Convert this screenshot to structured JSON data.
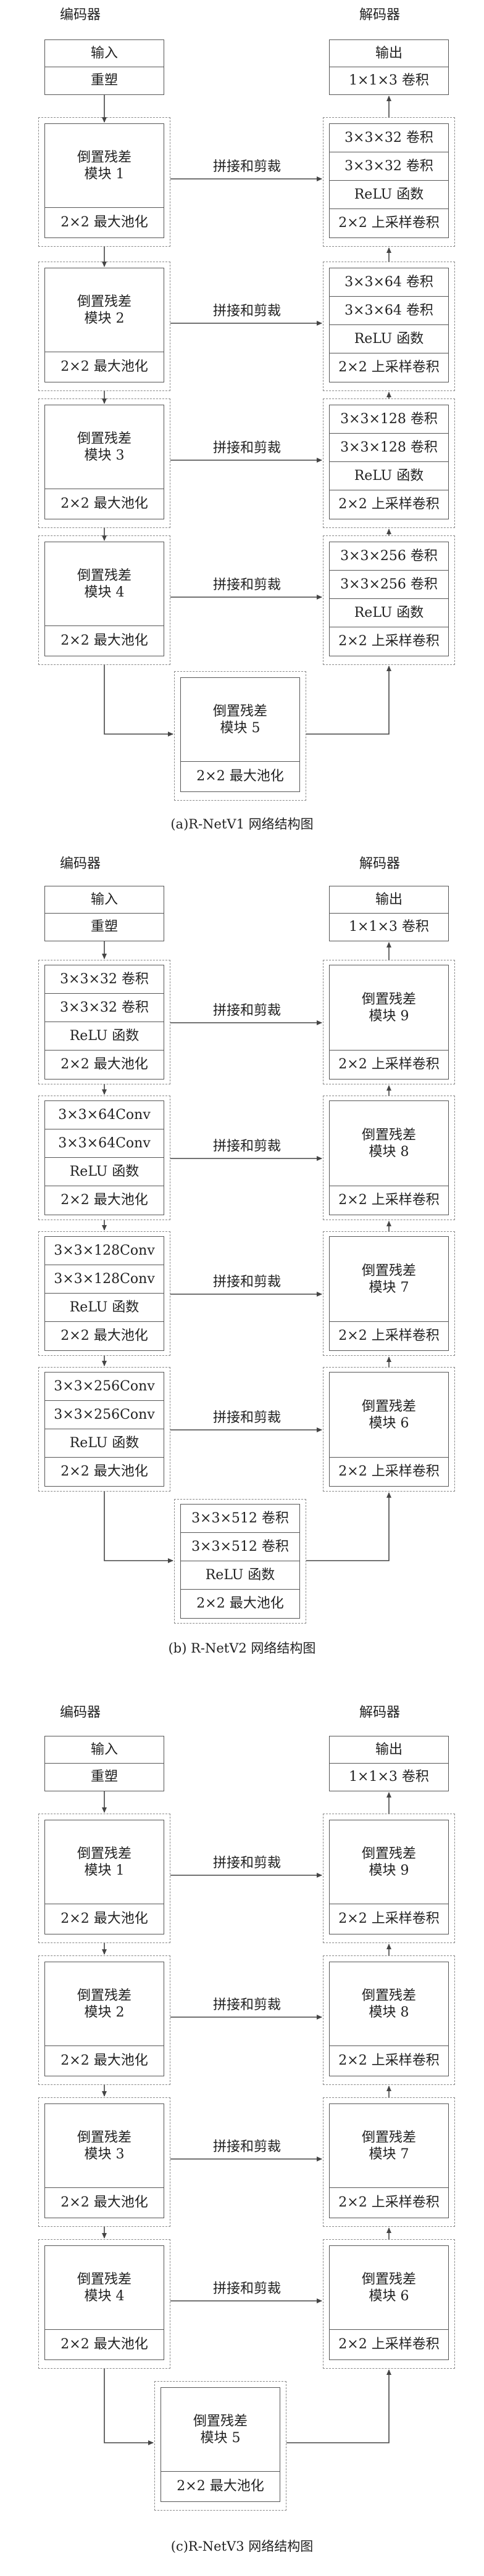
{
  "panel_a": {
    "encoder_label": "编码器",
    "decoder_label": "解码器",
    "input": "输入",
    "reshape": "重塑",
    "output": "输出",
    "final_conv": "1×1×3 卷积",
    "concat_crop": "拼接和剪裁",
    "encoder_blocks": [
      {
        "block": "倒置残差\n模块 1",
        "pool": "2×2 最大池化"
      },
      {
        "block": "倒置残差\n模块 2",
        "pool": "2×2 最大池化"
      },
      {
        "block": "倒置残差\n模块 3",
        "pool": "2×2 最大池化"
      },
      {
        "block": "倒置残差\n模块 4",
        "pool": "2×2 最大池化"
      }
    ],
    "bottleneck": {
      "block": "倒置残差\n模块 5",
      "pool": "2×2 最大池化"
    },
    "decoder_blocks": [
      {
        "conv1": "3×3×32 卷积",
        "conv2": "3×3×32 卷积",
        "relu": "ReLU 函数",
        "up": "2×2 上采样卷积"
      },
      {
        "conv1": "3×3×64 卷积",
        "conv2": "3×3×64 卷积",
        "relu": "ReLU 函数",
        "up": "2×2 上采样卷积"
      },
      {
        "conv1": "3×3×128 卷积",
        "conv2": "3×3×128 卷积",
        "relu": "ReLU 函数",
        "up": "2×2 上采样卷积"
      },
      {
        "conv1": "3×3×256 卷积",
        "conv2": "3×3×256 卷积",
        "relu": "ReLU 函数",
        "up": "2×2 上采样卷积"
      }
    ],
    "caption": "(a)R-NetV1 网络结构图"
  },
  "panel_b": {
    "encoder_label": "编码器",
    "decoder_label": "解码器",
    "input": "输入",
    "reshape": "重塑",
    "output": "输出",
    "final_conv": "1×1×3 卷积",
    "concat_crop": "拼接和剪裁",
    "encoder_blocks": [
      {
        "conv1": "3×3×32 卷积",
        "conv2": "3×3×32 卷积",
        "relu": "ReLU 函数",
        "pool": "2×2 最大池化"
      },
      {
        "conv1": "3×3×64Conv",
        "conv2": "3×3×64Conv",
        "relu": "ReLU 函数",
        "pool": "2×2 最大池化"
      },
      {
        "conv1": "3×3×128Conv",
        "conv2": "3×3×128Conv",
        "relu": "ReLU 函数",
        "pool": "2×2 最大池化"
      },
      {
        "conv1": "3×3×256Conv",
        "conv2": "3×3×256Conv",
        "relu": "ReLU 函数",
        "pool": "2×2 最大池化"
      }
    ],
    "bottleneck": {
      "conv1": "3×3×512 卷积",
      "conv2": "3×3×512 卷积",
      "relu": "ReLU 函数",
      "pool": "2×2 最大池化"
    },
    "decoder_blocks": [
      {
        "block": "倒置残差\n模块 9",
        "up": "2×2 上采样卷积"
      },
      {
        "block": "倒置残差\n模块 8",
        "up": "2×2 上采样卷积"
      },
      {
        "block": "倒置残差\n模块 7",
        "up": "2×2 上采样卷积"
      },
      {
        "block": "倒置残差\n模块 6",
        "up": "2×2 上采样卷积"
      }
    ],
    "caption": "(b) R-NetV2 网络结构图"
  },
  "panel_c": {
    "encoder_label": "编码器",
    "decoder_label": "解码器",
    "input": "输入",
    "reshape": "重塑",
    "output": "输出",
    "final_conv": "1×1×3 卷积",
    "concat_crop": "拼接和剪裁",
    "encoder_blocks": [
      {
        "block": "倒置残差\n模块 1",
        "pool": "2×2 最大池化"
      },
      {
        "block": "倒置残差\n模块 2",
        "pool": "2×2 最大池化"
      },
      {
        "block": "倒置残差\n模块 3",
        "pool": "2×2 最大池化"
      },
      {
        "block": "倒置残差\n模块 4",
        "pool": "2×2 最大池化"
      }
    ],
    "bottleneck": {
      "block": "倒置残差\n模块 5",
      "pool": "2×2 最大池化"
    },
    "decoder_blocks": [
      {
        "block": "倒置残差\n模块 9",
        "up": "2×2 上采样卷积"
      },
      {
        "block": "倒置残差\n模块 8",
        "up": "2×2 上采样卷积"
      },
      {
        "block": "倒置残差\n模块 7",
        "up": "2×2 上采样卷积"
      },
      {
        "block": "倒置残差\n模块 6",
        "up": "2×2 上采样卷积"
      }
    ],
    "caption": "(c)R-NetV3 网络结构图"
  }
}
